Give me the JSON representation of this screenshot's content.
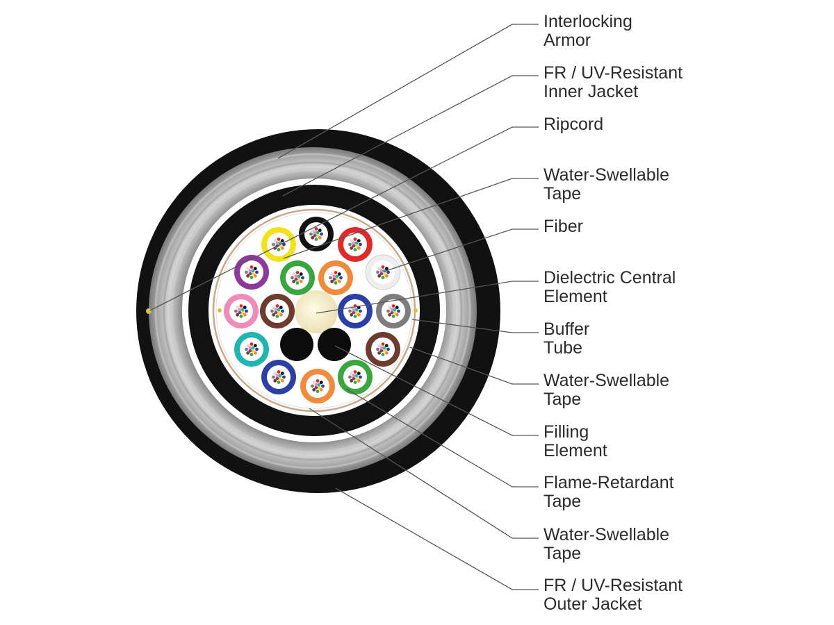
{
  "labels": [
    {
      "line1": "Interlocking",
      "line2": "Armor"
    },
    {
      "line1": "FR / UV-Resistant",
      "line2": "Inner Jacket"
    },
    {
      "line1": "Ripcord",
      "line2": ""
    },
    {
      "line1": "Water-Swellable",
      "line2": "Tape"
    },
    {
      "line1": "Fiber",
      "line2": ""
    },
    {
      "line1": "Dielectric Central",
      "line2": "Element"
    },
    {
      "line1": "Buffer",
      "line2": "Tube"
    },
    {
      "line1": "Water-Swellable",
      "line2": "Tape"
    },
    {
      "line1": "Filling",
      "line2": "Element"
    },
    {
      "line1": "Flame-Retardant",
      "line2": "Tape"
    },
    {
      "line1": "Water-Swellable",
      "line2": "Tape"
    },
    {
      "line1": "FR / UV-Resistant",
      "line2": "Outer Jacket"
    }
  ],
  "colors": {
    "outer_jacket": "#111111",
    "armor": "#b7b7b7",
    "inner_jacket": "#121212",
    "tape": "#ffffff",
    "flame_tape": "#c9a98a",
    "central_element": "#f4edc7",
    "filling": "#0c0c0c",
    "leader": "#555555",
    "text": "#2b2b2b"
  },
  "buffer_tube_colors": {
    "outer_ring": [
      "black",
      "red",
      "white",
      "gray",
      "brown",
      "green",
      "orange",
      "blue",
      "aqua",
      "pink",
      "violet",
      "yellow"
    ],
    "inner_ring": [
      "green",
      "orange",
      "blue",
      "brown"
    ]
  }
}
